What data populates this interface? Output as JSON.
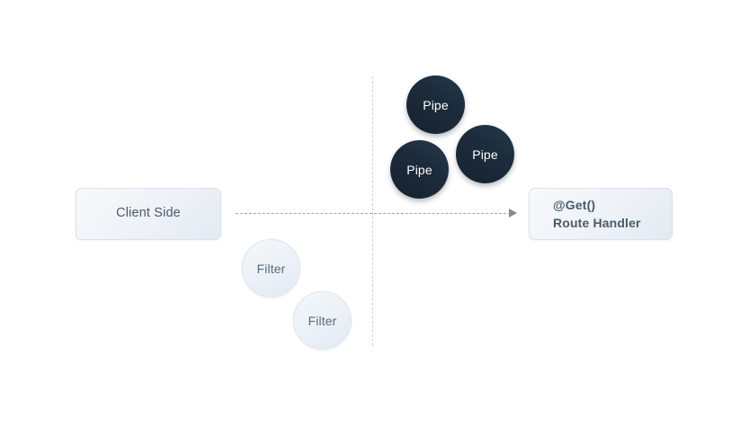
{
  "diagram": {
    "background_color": "#ffffff",
    "boxes": [
      {
        "id": "client-side",
        "label": "Client Side",
        "bold": false
      },
      {
        "id": "route-handler",
        "label": "@Get()\nRoute Handler",
        "bold": true
      }
    ],
    "pipes": [
      {
        "label": "Pipe"
      },
      {
        "label": "Pipe"
      },
      {
        "label": "Pipe"
      }
    ],
    "filters": [
      {
        "label": "Filter"
      },
      {
        "label": "Filter"
      }
    ],
    "colors": {
      "pipe_fill": "#1d2c3c",
      "pipe_text": "#ffffff",
      "filter_fill": "#eaf0f6",
      "filter_text": "#5a6b7d",
      "box_fill": "#eef2f7",
      "box_border": "#dbe2ea",
      "box_text": "#4b5a6b",
      "flow_line": "#9aa7b6",
      "divider_line": "#c9d2dc"
    }
  }
}
